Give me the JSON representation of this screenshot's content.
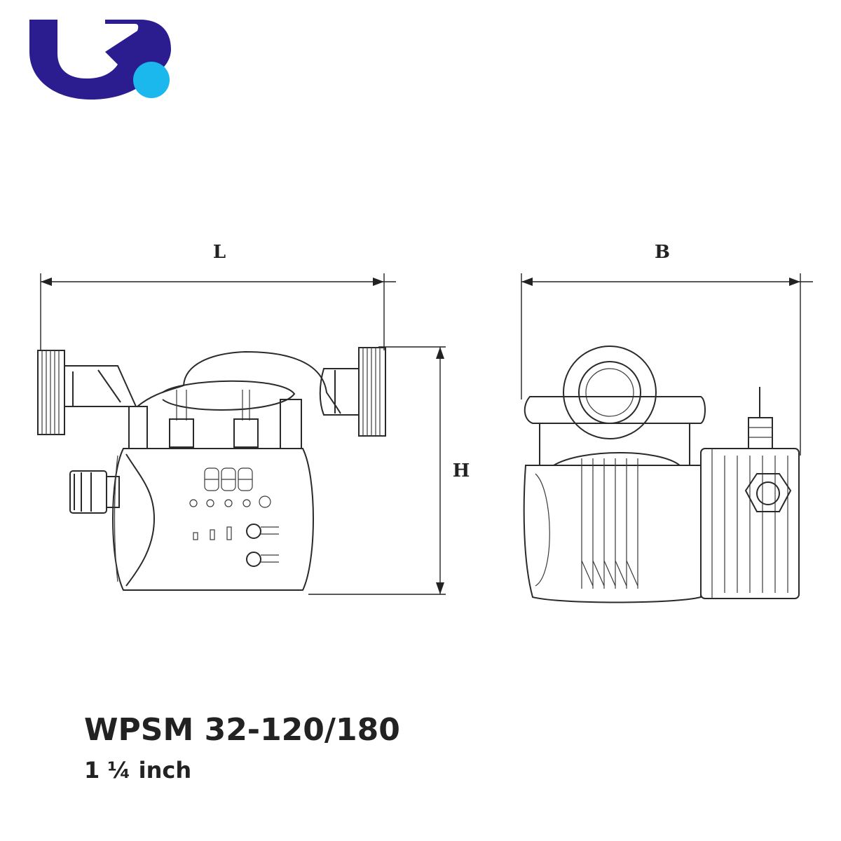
{
  "brand": {
    "logo_primary_color": "#2b1d8f",
    "logo_accent_color": "#1ab8ec"
  },
  "dimensions": {
    "length_label": "L",
    "height_label": "H",
    "width_label": "B"
  },
  "product": {
    "model": "WPSM 32-120/180",
    "connection_size": "1 ¼ inch"
  }
}
